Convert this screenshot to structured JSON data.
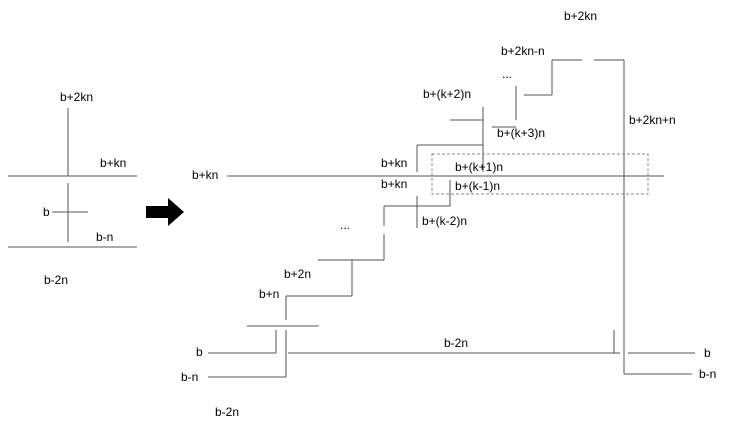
{
  "left_diagram": {
    "label_top": "b+2kn",
    "label_kn": "b+kn",
    "label_b": "b",
    "label_minus_n": "b-n",
    "label_minus_2n": "b-2n"
  },
  "right_diagram": {
    "label_top_2kn": "b+2kn",
    "label_2kn_minus_n": "b+2kn-n",
    "label_dots_top": "...",
    "label_k2n": "b+(k+2)n",
    "label_k3n": "b+(k+3)n",
    "label_2kn_plus_n": "b+2kn+n",
    "label_kn_line": "b+kn",
    "label_kn_a": "b+kn",
    "label_kn_b": "b+kn",
    "label_k1n_plus": "b+(k+1)n",
    "label_k1n_minus": "b+(k-1)n",
    "label_k2n_minus": "b+(k-2)n",
    "label_dots_mid": "...",
    "label_2n": "b+2n",
    "label_n": "b+n",
    "label_b_left": "b",
    "label_2n_minus_mid": "b-2n",
    "label_b_right": "b",
    "label_minus_n_left": "b-n",
    "label_minus_n_right": "b-n",
    "label_minus_2n_bottom": "b-2n"
  },
  "colors": {
    "line": "#555555",
    "arrow": "#000000",
    "dashed_box": "#888888"
  },
  "icons": {
    "transform_arrow": "right-arrow-icon"
  }
}
